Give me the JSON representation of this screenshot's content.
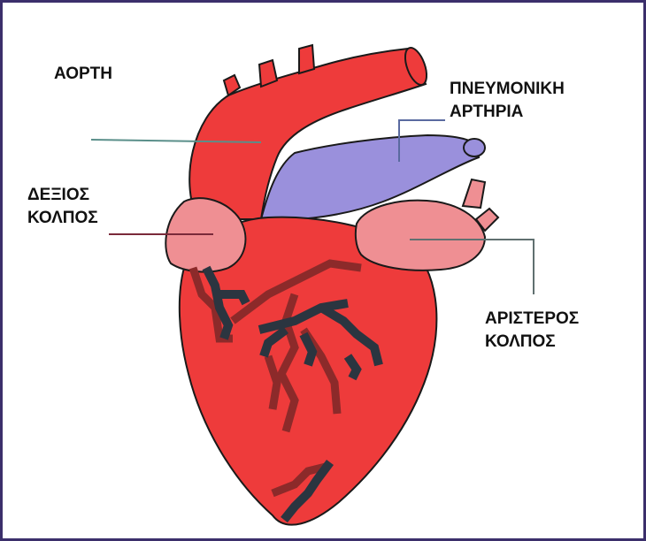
{
  "labels": {
    "aorta": {
      "line1": "ΑΟΡΤΗ"
    },
    "pulmonary_artery": {
      "line1": "ΠΝΕΥΜΟΝΙΚΗ",
      "line2": "ΑΡΤΗΡΙΑ"
    },
    "right_atrium": {
      "line1": "ΔΕΞΙΟΣ",
      "line2": "ΚΟΛΠΟΣ"
    },
    "left_atrium": {
      "line1": "ΑΡΙΣΤΕΡΟΣ",
      "line2": "ΚΟΛΠΟΣ"
    }
  },
  "colors": {
    "frame_border": "#3b2f6b",
    "heart_red": "#ee3b3b",
    "atrium_pink": "#ef8f93",
    "pulmonary_purple": "#9a90dc",
    "coronary_dark": "#2b3540",
    "coronary_maroon": "#8c2a2a",
    "leader_aorta": "#5a8f8a",
    "leader_right_atrium": "#7a2a3a",
    "leader_pulmonary": "#5a6aa0",
    "leader_left_atrium": "#607070"
  }
}
